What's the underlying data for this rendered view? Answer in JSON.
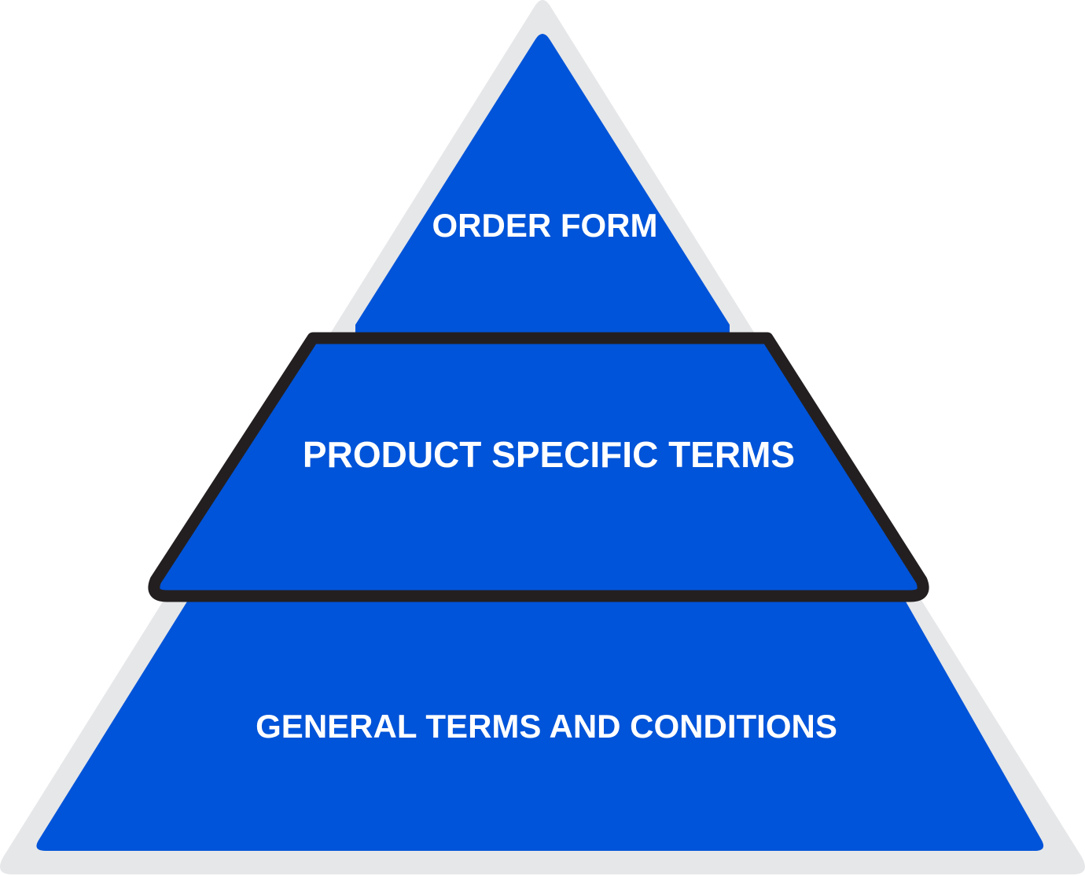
{
  "colors": {
    "background_triangle": "#e6e7e9",
    "tier_fill": "#0054d9",
    "highlight_outline": "#231f20",
    "label_text": "#ffffff"
  },
  "pyramid": {
    "tiers": [
      {
        "label": "ORDER FORM",
        "highlighted": false
      },
      {
        "label": "PRODUCT SPECIFIC TERMS",
        "highlighted": true
      },
      {
        "label": "GENERAL TERMS AND CONDITIONS",
        "highlighted": false
      }
    ]
  }
}
